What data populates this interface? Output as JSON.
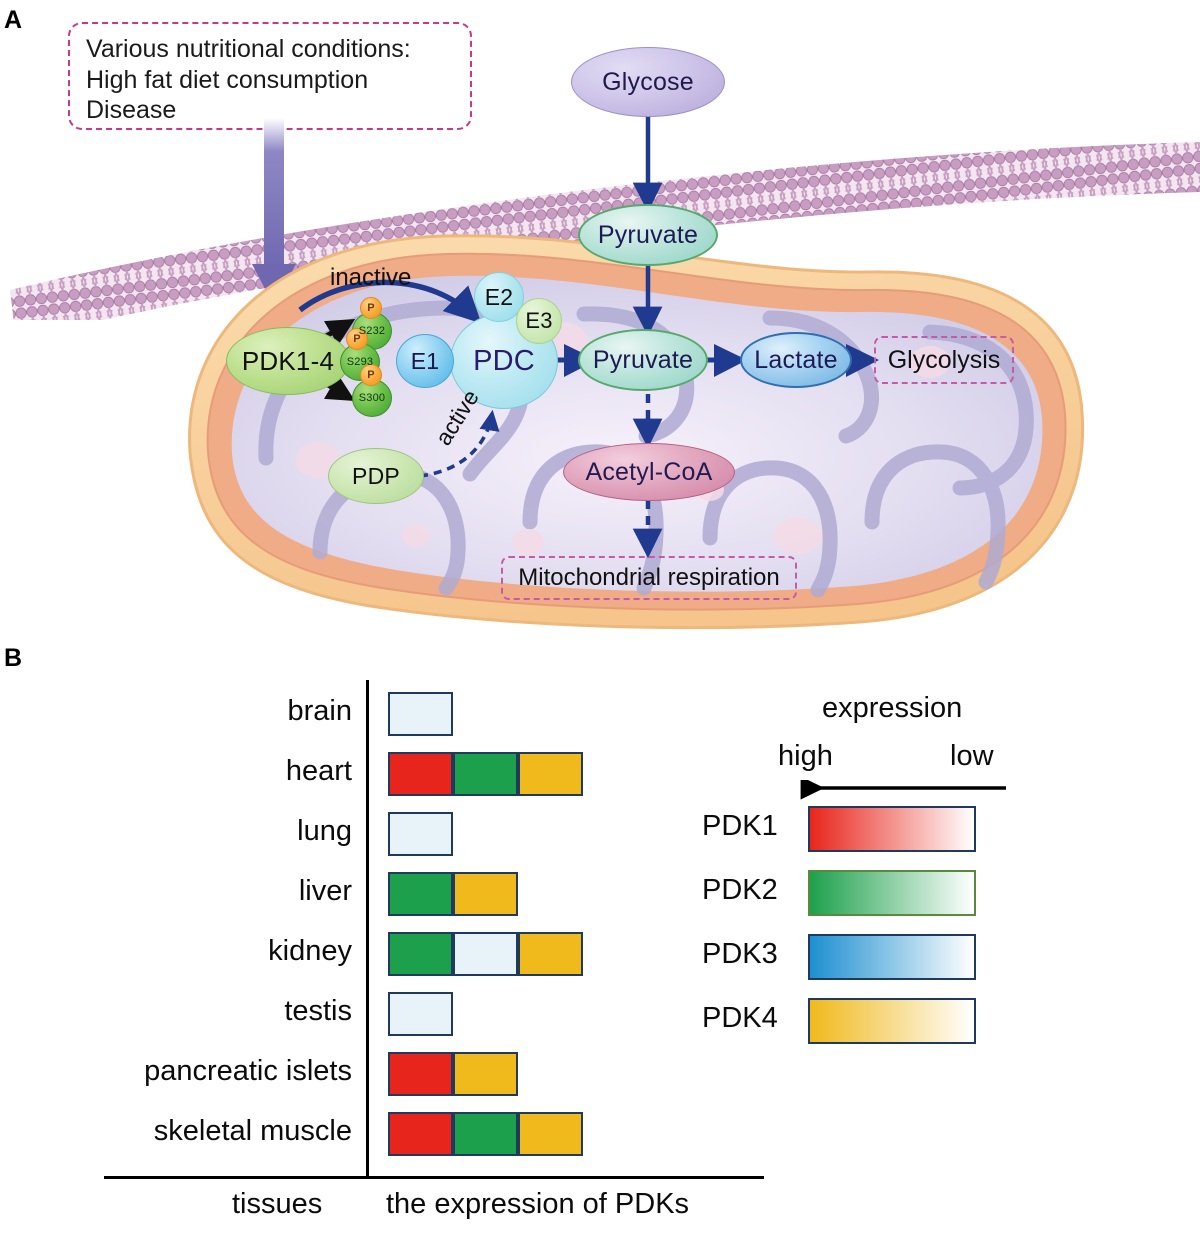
{
  "panels": {
    "a_letter": "A",
    "b_letter": "B"
  },
  "panel_a": {
    "stimulus_box": "Various nutritional conditions:\nHigh fat diet consumption\nDisease",
    "nodes": {
      "glycose": "Glycose",
      "pyruvate_cytosol": "Pyruvate",
      "pyruvate_mito": "Pyruvate",
      "lactate": "Lactate",
      "glycolysis": "Glycolysis",
      "acetyl_coa": "Acetyl-CoA",
      "mito_respiration": "Mitochondrial respiration",
      "pdk": "PDK1-4",
      "pdp": "PDP",
      "pdc": "PDC",
      "e1": "E1",
      "e2": "E2",
      "e3": "E3"
    },
    "phospho_sites": [
      {
        "p": "P",
        "site": "S232"
      },
      {
        "p": "P",
        "site": "S293"
      },
      {
        "p": "P",
        "site": "S300"
      }
    ],
    "edge_labels": {
      "inactive": "inactive",
      "active": "active"
    },
    "colors": {
      "membrane": "#b07aa8",
      "mito_outer": "#f6c98e",
      "mito_matrix": "#e9a584",
      "arrow_blue": "#1f3a8f",
      "stimulus_arrow": "#7b74bb",
      "dashed_pink": "#C9368F"
    }
  },
  "chart_data": {
    "type": "bar",
    "title": "the expression of PDKs",
    "xlabel": "the expression of PDKs",
    "ylabel": "tissues",
    "orientation": "horizontal",
    "stacked": true,
    "grid": false,
    "legend_position": "right",
    "categories": [
      "brain",
      "heart",
      "lung",
      "liver",
      "kidney",
      "testis",
      "pancreatic islets",
      "skeletal muscle"
    ],
    "series": [
      {
        "name": "PDK1",
        "color": "#E8251C"
      },
      {
        "name": "PDK2",
        "color": "#1DA04C"
      },
      {
        "name": "PDK3",
        "color": "#E7F2F9"
      },
      {
        "name": "PDK4",
        "color": "#F0B91C"
      }
    ],
    "rows": [
      {
        "tissue": "brain",
        "segments": [
          "PDK3"
        ]
      },
      {
        "tissue": "heart",
        "segments": [
          "PDK1",
          "PDK2",
          "PDK4"
        ]
      },
      {
        "tissue": "lung",
        "segments": [
          "PDK3"
        ]
      },
      {
        "tissue": "liver",
        "segments": [
          "PDK2",
          "PDK4"
        ]
      },
      {
        "tissue": "kidney",
        "segments": [
          "PDK2",
          "PDK3",
          "PDK4"
        ]
      },
      {
        "tissue": "testis",
        "segments": [
          "PDK3"
        ]
      },
      {
        "tissue": "pancreatic islets",
        "segments": [
          "PDK1",
          "PDK4"
        ]
      },
      {
        "tissue": "skeletal muscle",
        "segments": [
          "PDK1",
          "PDK2",
          "PDK4"
        ]
      }
    ],
    "values": [
      1,
      3,
      1,
      2,
      3,
      1,
      2,
      3
    ]
  },
  "legend": {
    "title": "expression",
    "high_label": "high",
    "low_label": "low",
    "arrow_direction": "left",
    "entries": [
      {
        "label": "PDK1",
        "high_color": "#E8251C",
        "low_color": "#FFFFFF",
        "border": "#1F3A5F"
      },
      {
        "label": "PDK2",
        "high_color": "#1DA04C",
        "low_color": "#FFFFFF",
        "border": "#5A8A3C"
      },
      {
        "label": "PDK3",
        "high_color": "#1D8FD1",
        "low_color": "#FFFFFF",
        "border": "#1F3A5F"
      },
      {
        "label": "PDK4",
        "high_color": "#F0B91C",
        "low_color": "#FFFFFF",
        "border": "#1F3A5F"
      }
    ]
  },
  "axis": {
    "tissues_caption": "tissues",
    "expression_caption": "the expression of PDKs"
  }
}
